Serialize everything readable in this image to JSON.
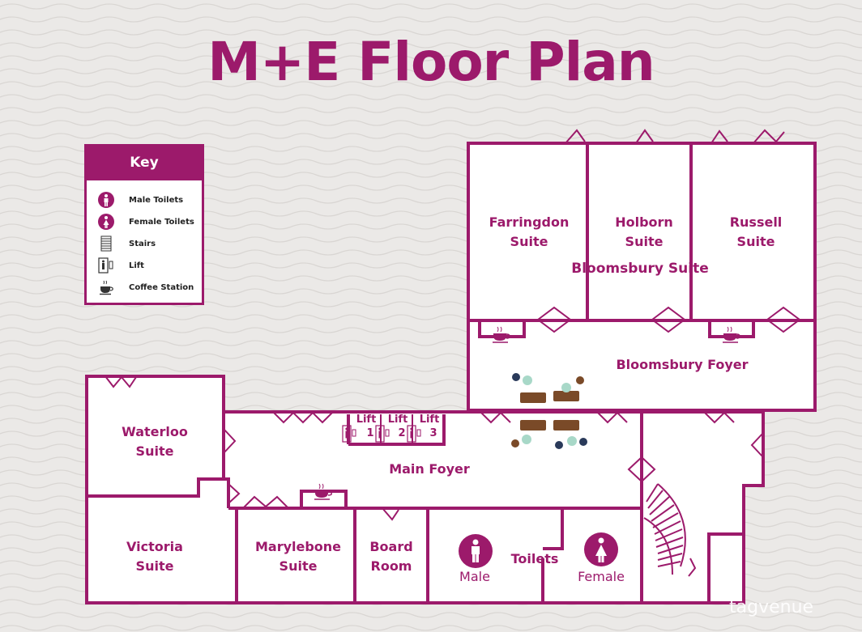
{
  "title": "M+E Floor Plan",
  "colors": {
    "accent": "#9c1a6b",
    "background": "#ebe9e7",
    "room": "#ffffff"
  },
  "key": {
    "heading": "Key",
    "items": [
      {
        "icon": "male-toilet-icon",
        "label": "Male Toilets"
      },
      {
        "icon": "female-toilet-icon",
        "label": "Female Toilets"
      },
      {
        "icon": "stairs-icon",
        "label": "Stairs"
      },
      {
        "icon": "lift-icon",
        "label": "Lift"
      },
      {
        "icon": "coffee-cup-icon",
        "label": "Coffee Station"
      }
    ]
  },
  "rooms": {
    "farringdon": [
      "Farringdon",
      "Suite"
    ],
    "holborn": [
      "Holborn",
      "Suite"
    ],
    "russell": [
      "Russell",
      "Suite"
    ],
    "bloomsbury_suite": "Bloomsbury Suite",
    "bloomsbury_foyer": "Bloomsbury Foyer",
    "waterloo": [
      "Waterloo",
      "Suite"
    ],
    "victoria": [
      "Victoria",
      "Suite"
    ],
    "main_foyer": "Main Foyer",
    "marylebone": [
      "Marylebone",
      "Suite"
    ],
    "board_room": [
      "Board",
      "Room"
    ],
    "toilets": "Toilets",
    "male": "Male",
    "female": "Female"
  },
  "lifts": [
    {
      "label": "Lift",
      "number": "1"
    },
    {
      "label": "Lift",
      "number": "2"
    },
    {
      "label": "Lift",
      "number": "3"
    }
  ],
  "watermark": "tagvenue"
}
